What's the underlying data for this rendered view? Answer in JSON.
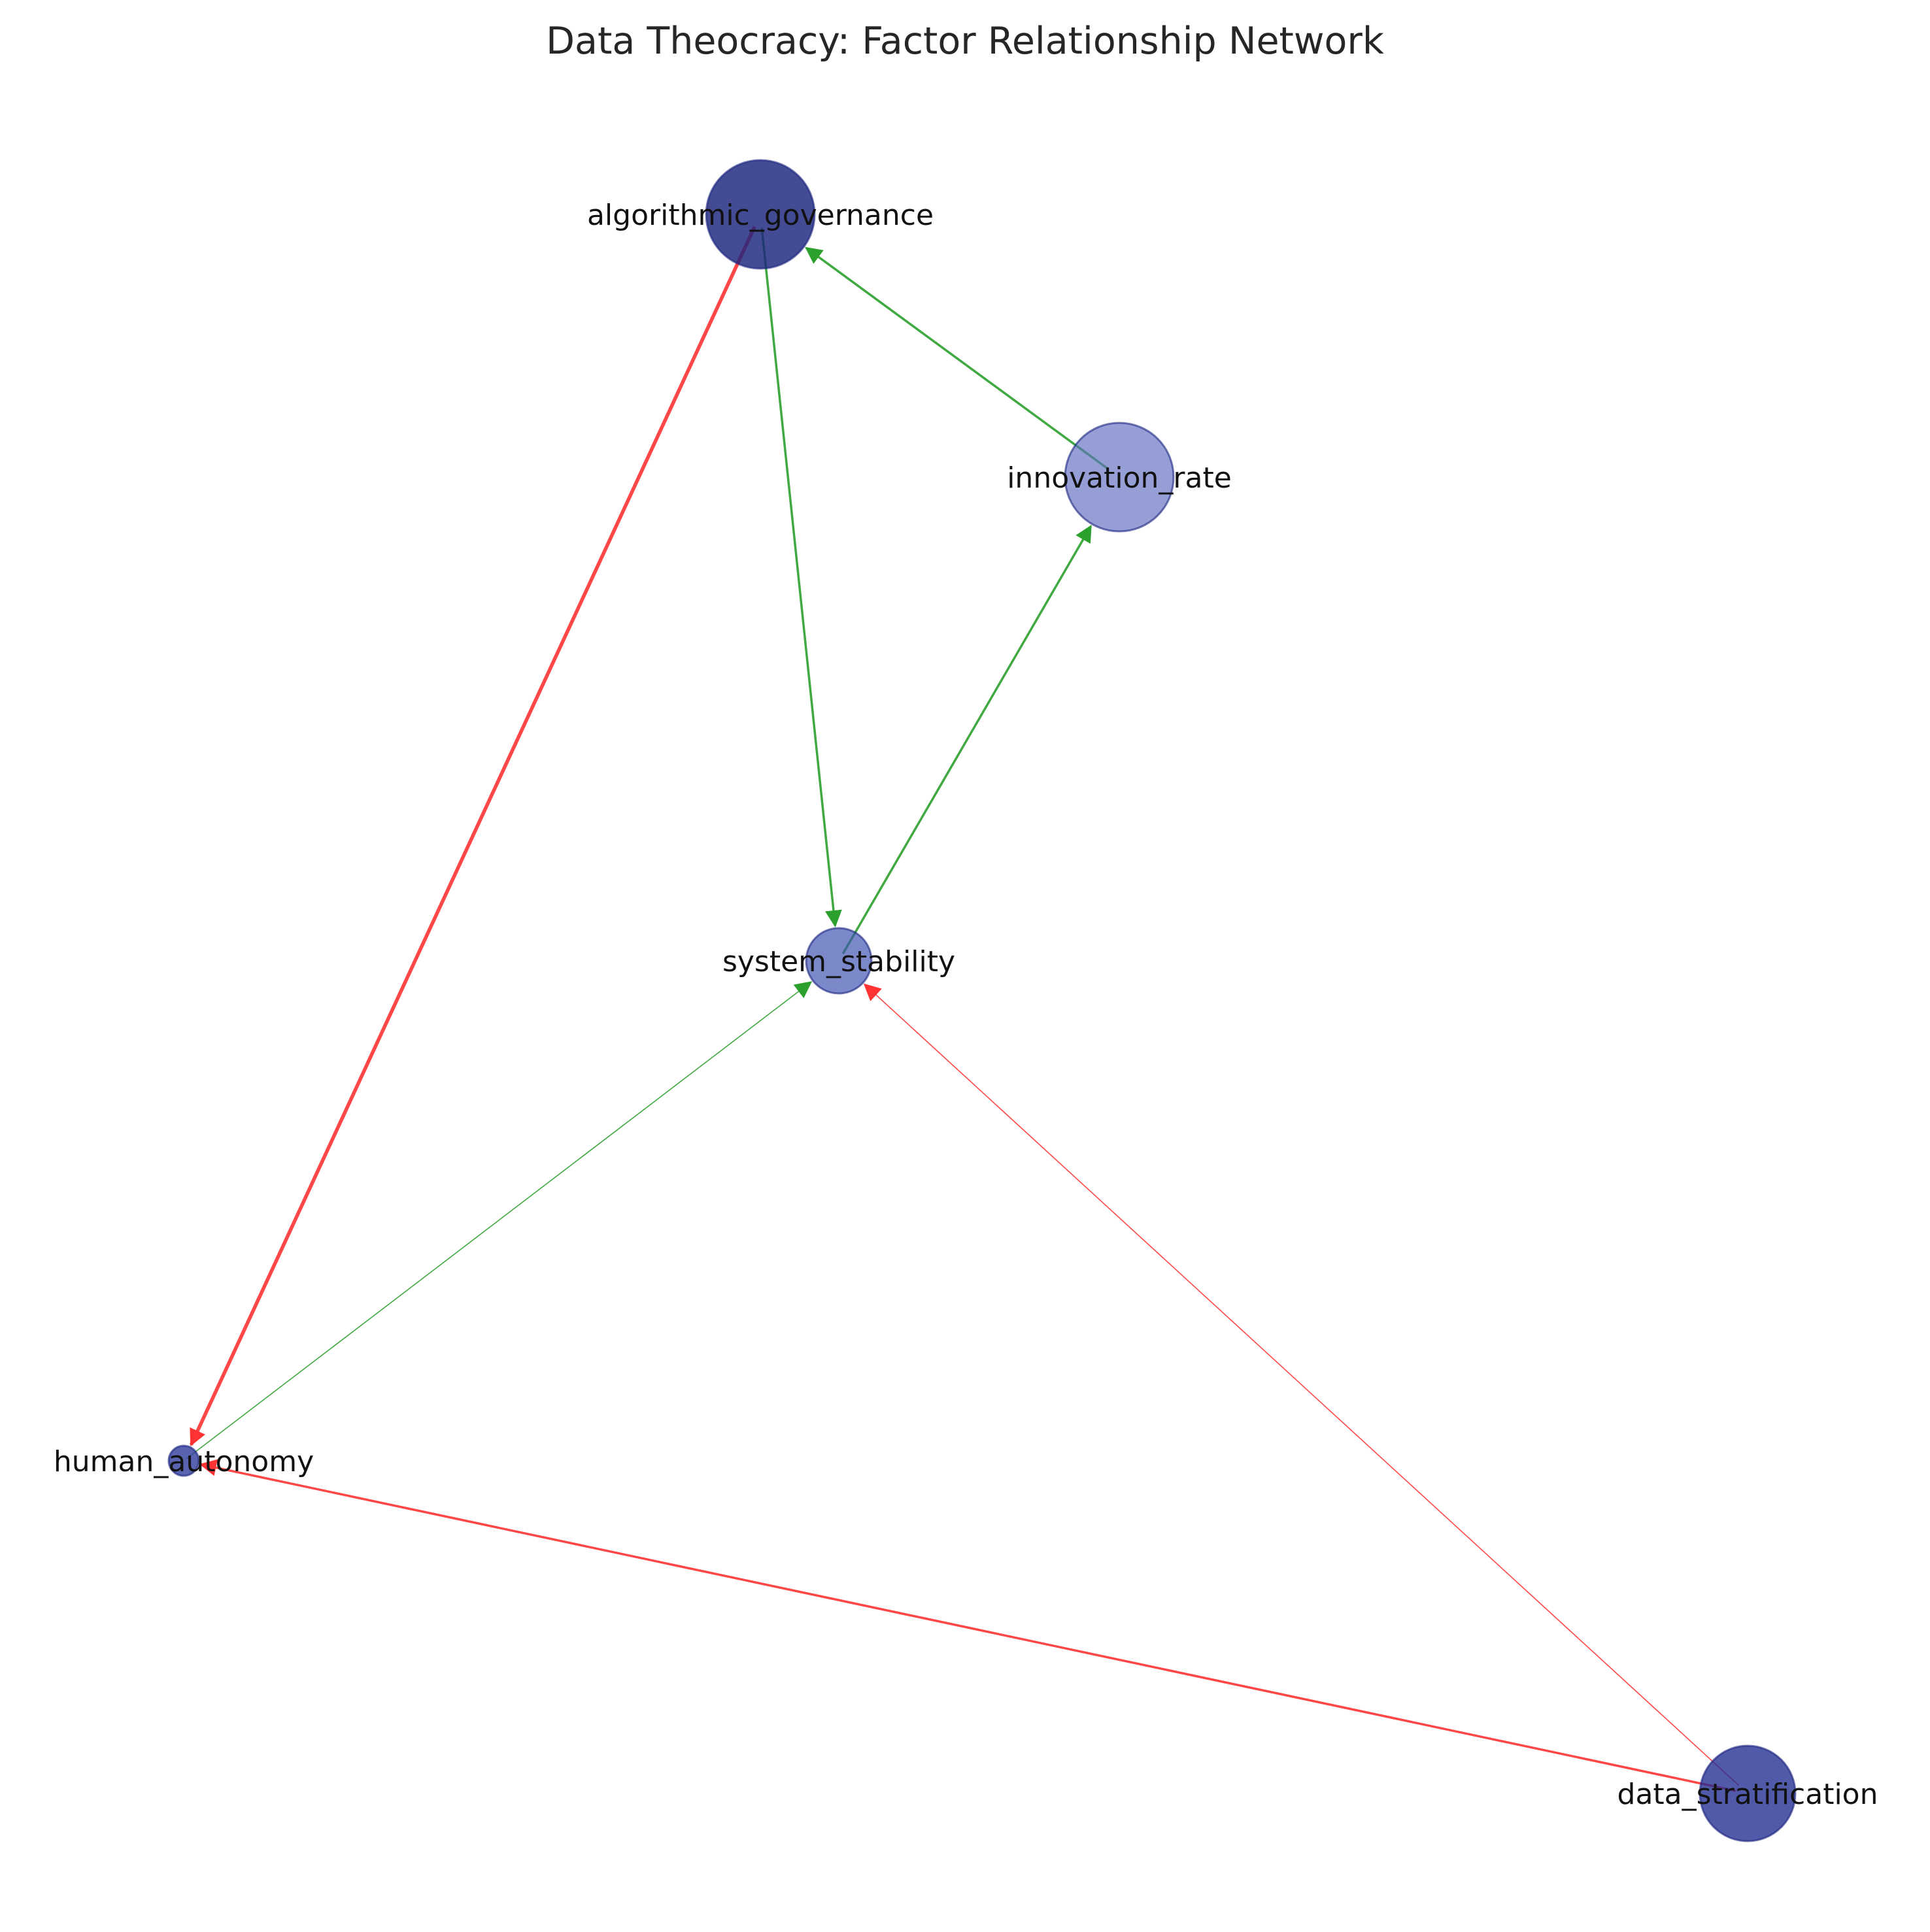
{
  "title": "Data Theocracy: Factor Relationship Network",
  "colors": {
    "positive_edge": "#2ca02c",
    "negative_edge": "#ff3333",
    "node_dark": "#1a237e",
    "node_mid": "#303f9f",
    "node_light": "#7986cb"
  },
  "nodes": [
    {
      "id": "algorithmic_governance",
      "label": "algorithmic_governance",
      "shade": "dark"
    },
    {
      "id": "innovation_rate",
      "label": "innovation_rate",
      "shade": "light"
    },
    {
      "id": "system_stability",
      "label": "system_stability",
      "shade": "light_mid"
    },
    {
      "id": "human_autonomy",
      "label": "human_autonomy",
      "shade": "mid"
    },
    {
      "id": "data_stratification",
      "label": "data_stratification",
      "shade": "mid_dark"
    }
  ],
  "edges": [
    {
      "source": "algorithmic_governance",
      "target": "human_autonomy",
      "polarity": "negative",
      "strength": "strong"
    },
    {
      "source": "algorithmic_governance",
      "target": "system_stability",
      "polarity": "positive",
      "strength": "medium"
    },
    {
      "source": "innovation_rate",
      "target": "algorithmic_governance",
      "polarity": "positive",
      "strength": "medium"
    },
    {
      "source": "system_stability",
      "target": "innovation_rate",
      "polarity": "positive",
      "strength": "medium"
    },
    {
      "source": "human_autonomy",
      "target": "system_stability",
      "polarity": "positive",
      "strength": "weak"
    },
    {
      "source": "data_stratification",
      "target": "system_stability",
      "polarity": "negative",
      "strength": "weak"
    },
    {
      "source": "data_stratification",
      "target": "human_autonomy",
      "polarity": "negative",
      "strength": "medium"
    }
  ]
}
